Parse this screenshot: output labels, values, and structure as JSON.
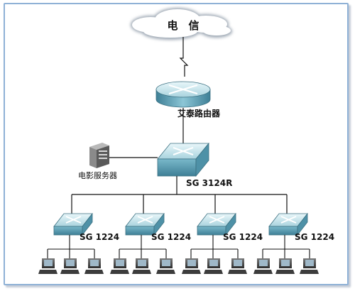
{
  "cloud": {
    "label": "电　信"
  },
  "router": {
    "label": "艾泰路由器"
  },
  "server": {
    "label": "电影服务器"
  },
  "core_switch": {
    "label": "SG 3124R"
  },
  "access_switches": [
    {
      "label": "SG 1224"
    },
    {
      "label": "SG 1224"
    },
    {
      "label": "SG 1224"
    },
    {
      "label": "SG 1224"
    }
  ],
  "colors": {
    "device_top": "#cfe9ef",
    "device_side": "#5fa2b8",
    "cloud_fill": "#ffffff",
    "frame_border": "#8fb1d6"
  },
  "icons": {
    "cloud": "cloud-icon",
    "router": "router-icon",
    "switch": "switch-icon",
    "server": "server-icon",
    "pc": "pc-icon"
  }
}
